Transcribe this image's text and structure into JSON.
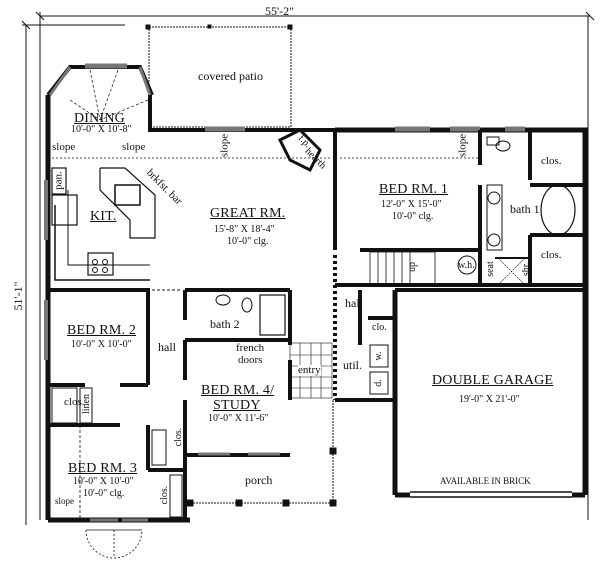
{
  "overall_dimensions": {
    "width": "55'-2\"",
    "depth": "51'-1\""
  },
  "rooms": {
    "covered_patio": {
      "name": "covered patio"
    },
    "dining": {
      "name": "DINING",
      "size": "10'-0\" X 10'-8\""
    },
    "kitchen": {
      "name": "KIT."
    },
    "pantry": {
      "name": "pan."
    },
    "breakfast_bar": {
      "name": "brkfst. bar"
    },
    "great_room": {
      "name": "GREAT RM.",
      "size": "15'-8\" X 18'-4\"",
      "ceiling": "10'-0\" clg."
    },
    "fireplace": {
      "name": "f.p.",
      "hearth": "hearth"
    },
    "bed_1": {
      "name": "BED RM. 1",
      "size": "12'-0\" X 15'-0\"",
      "ceiling": "10'-0\" clg."
    },
    "bath_1": {
      "name": "bath 1"
    },
    "bath_1_closet_top": {
      "name": "clos."
    },
    "bath_1_closet_bottom": {
      "name": "clos."
    },
    "water_heater": {
      "name": "w.h."
    },
    "seat": {
      "name": "seat"
    },
    "shower": {
      "name": "shr."
    },
    "stairs": {
      "name": "up"
    },
    "hall_right": {
      "name": "hall"
    },
    "closet_small": {
      "name": "clo."
    },
    "utility": {
      "name": "util."
    },
    "washer": {
      "name": "w."
    },
    "dryer": {
      "name": "d."
    },
    "bed_2": {
      "name": "BED RM. 2",
      "size": "10'-0\" X 10'-0\""
    },
    "bed_2_closet": {
      "name": "clos."
    },
    "linen": {
      "name": "linen"
    },
    "hall_left": {
      "name": "hall"
    },
    "bath_2": {
      "name": "bath 2"
    },
    "french_doors": {
      "name": "french doors",
      "line1": "french",
      "line2": "doors"
    },
    "entry": {
      "name": "entry"
    },
    "bed_4": {
      "name_line1": "BED RM. 4/",
      "name_line2": "STUDY",
      "size": "10'-0\" X 11'-6\""
    },
    "bed_3": {
      "name": "BED RM. 3",
      "size": "10'-0\" X 10'-0\"",
      "ceiling": "10'-0\" clg."
    },
    "bed_3_closet_a": {
      "name": "clos."
    },
    "bed_3_closet_b": {
      "name": "clos."
    },
    "porch": {
      "name": "porch"
    },
    "garage": {
      "name": "DOUBLE GARAGE",
      "size": "19'-0\" X 21'-0\"",
      "note": "AVAILABLE IN BRICK"
    }
  },
  "slope_labels": {
    "dining_left": "slope",
    "dining_right": "slope",
    "great_room": "slope",
    "bed_1": "slope",
    "bed_3": "slope"
  }
}
